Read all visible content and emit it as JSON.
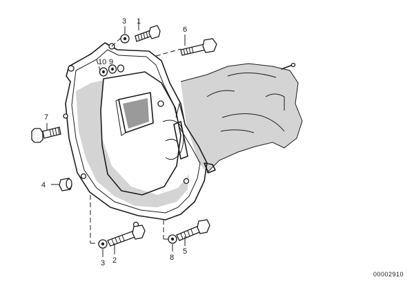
{
  "callouts": {
    "c1": "1",
    "c3_top": "3",
    "c6": "6",
    "c10": "10",
    "c9": "9",
    "c7": "7",
    "c4": "4",
    "c3_bottom": "3",
    "c2": "2",
    "c8": "8",
    "c5": "5"
  },
  "reference_number": "00002910",
  "colors": {
    "line": "#1a1a1a",
    "shade": "#d4d4d4",
    "background": "#ffffff"
  }
}
